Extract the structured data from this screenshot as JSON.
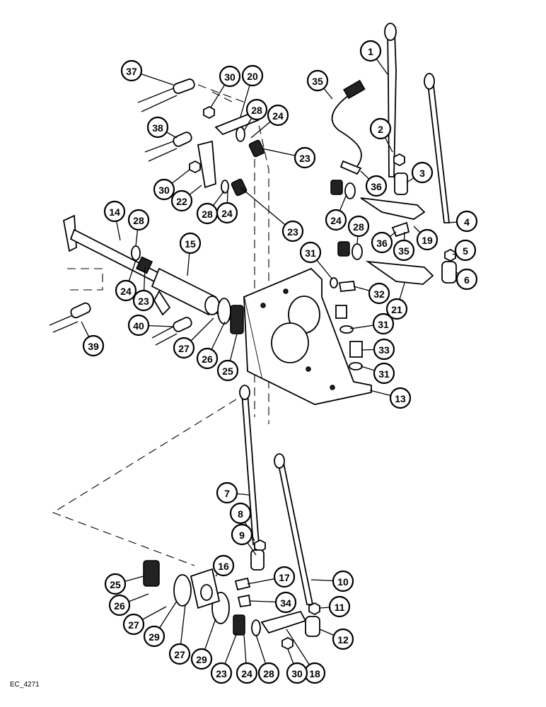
{
  "figure_code": "EC_4271",
  "callouts": [
    {
      "id": "c1",
      "label": "1"
    },
    {
      "id": "c2",
      "label": "2"
    },
    {
      "id": "c3",
      "label": "3"
    },
    {
      "id": "c4",
      "label": "4"
    },
    {
      "id": "c5",
      "label": "5"
    },
    {
      "id": "c6",
      "label": "6"
    },
    {
      "id": "c7",
      "label": "7"
    },
    {
      "id": "c8",
      "label": "8"
    },
    {
      "id": "c9",
      "label": "9"
    },
    {
      "id": "c10",
      "label": "10"
    },
    {
      "id": "c11",
      "label": "11"
    },
    {
      "id": "c12",
      "label": "12"
    },
    {
      "id": "c13",
      "label": "13"
    },
    {
      "id": "c14",
      "label": "14"
    },
    {
      "id": "c15",
      "label": "15"
    },
    {
      "id": "c16",
      "label": "16"
    },
    {
      "id": "c17",
      "label": "17"
    },
    {
      "id": "c18",
      "label": "18"
    },
    {
      "id": "c19",
      "label": "19"
    },
    {
      "id": "c20",
      "label": "20"
    },
    {
      "id": "c21",
      "label": "21"
    },
    {
      "id": "c22",
      "label": "22"
    },
    {
      "id": "c23a",
      "label": "23"
    },
    {
      "id": "c23b",
      "label": "23"
    },
    {
      "id": "c23c",
      "label": "23"
    },
    {
      "id": "c23d",
      "label": "23"
    },
    {
      "id": "c24a",
      "label": "24"
    },
    {
      "id": "c24b",
      "label": "24"
    },
    {
      "id": "c24c",
      "label": "24"
    },
    {
      "id": "c24d",
      "label": "24"
    },
    {
      "id": "c24e",
      "label": "24"
    },
    {
      "id": "c25a",
      "label": "25"
    },
    {
      "id": "c25b",
      "label": "25"
    },
    {
      "id": "c26a",
      "label": "26"
    },
    {
      "id": "c26b",
      "label": "26"
    },
    {
      "id": "c27a",
      "label": "27"
    },
    {
      "id": "c27b",
      "label": "27"
    },
    {
      "id": "c27c",
      "label": "27"
    },
    {
      "id": "c28a",
      "label": "28"
    },
    {
      "id": "c28b",
      "label": "28"
    },
    {
      "id": "c28c",
      "label": "28"
    },
    {
      "id": "c28d",
      "label": "28"
    },
    {
      "id": "c28e",
      "label": "28"
    },
    {
      "id": "c29a",
      "label": "29"
    },
    {
      "id": "c29b",
      "label": "29"
    },
    {
      "id": "c30a",
      "label": "30"
    },
    {
      "id": "c30b",
      "label": "30"
    },
    {
      "id": "c30c",
      "label": "30"
    },
    {
      "id": "c31a",
      "label": "31"
    },
    {
      "id": "c31b",
      "label": "31"
    },
    {
      "id": "c31c",
      "label": "31"
    },
    {
      "id": "c32",
      "label": "32"
    },
    {
      "id": "c33",
      "label": "33"
    },
    {
      "id": "c34",
      "label": "34"
    },
    {
      "id": "c35a",
      "label": "35"
    },
    {
      "id": "c35b",
      "label": "35"
    },
    {
      "id": "c36a",
      "label": "36"
    },
    {
      "id": "c36b",
      "label": "36"
    },
    {
      "id": "c37",
      "label": "37"
    },
    {
      "id": "c38",
      "label": "38"
    },
    {
      "id": "c39",
      "label": "39"
    },
    {
      "id": "c40",
      "label": "40"
    }
  ]
}
